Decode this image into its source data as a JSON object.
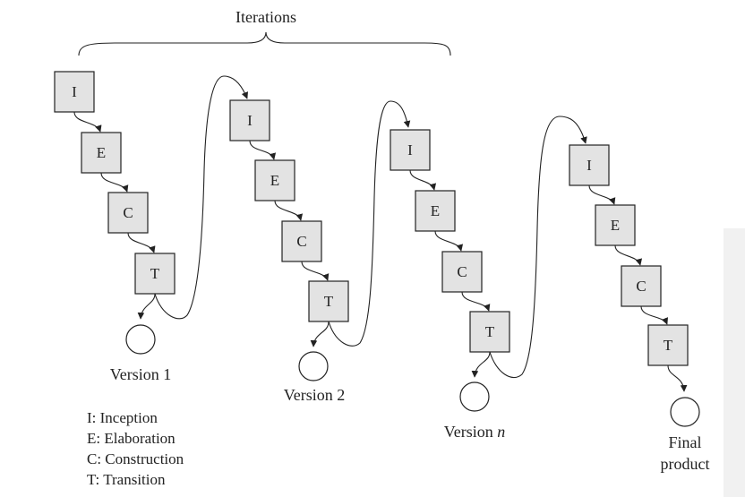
{
  "title": "Iterations",
  "iterations": [
    {
      "phases": [
        "I",
        "E",
        "C",
        "T"
      ],
      "output_label": "Version 1"
    },
    {
      "phases": [
        "I",
        "E",
        "C",
        "T"
      ],
      "output_label": "Version 2"
    },
    {
      "phases": [
        "I",
        "E",
        "C",
        "T"
      ],
      "output_label_main": "Version ",
      "output_label_italic": "n"
    },
    {
      "phases": [
        "I",
        "E",
        "C",
        "T"
      ],
      "output_label_line1": "Final",
      "output_label_line2": "product"
    }
  ],
  "legend": [
    "I: Inception",
    "E: Elaboration",
    "C: Construction",
    "T: Transition"
  ]
}
